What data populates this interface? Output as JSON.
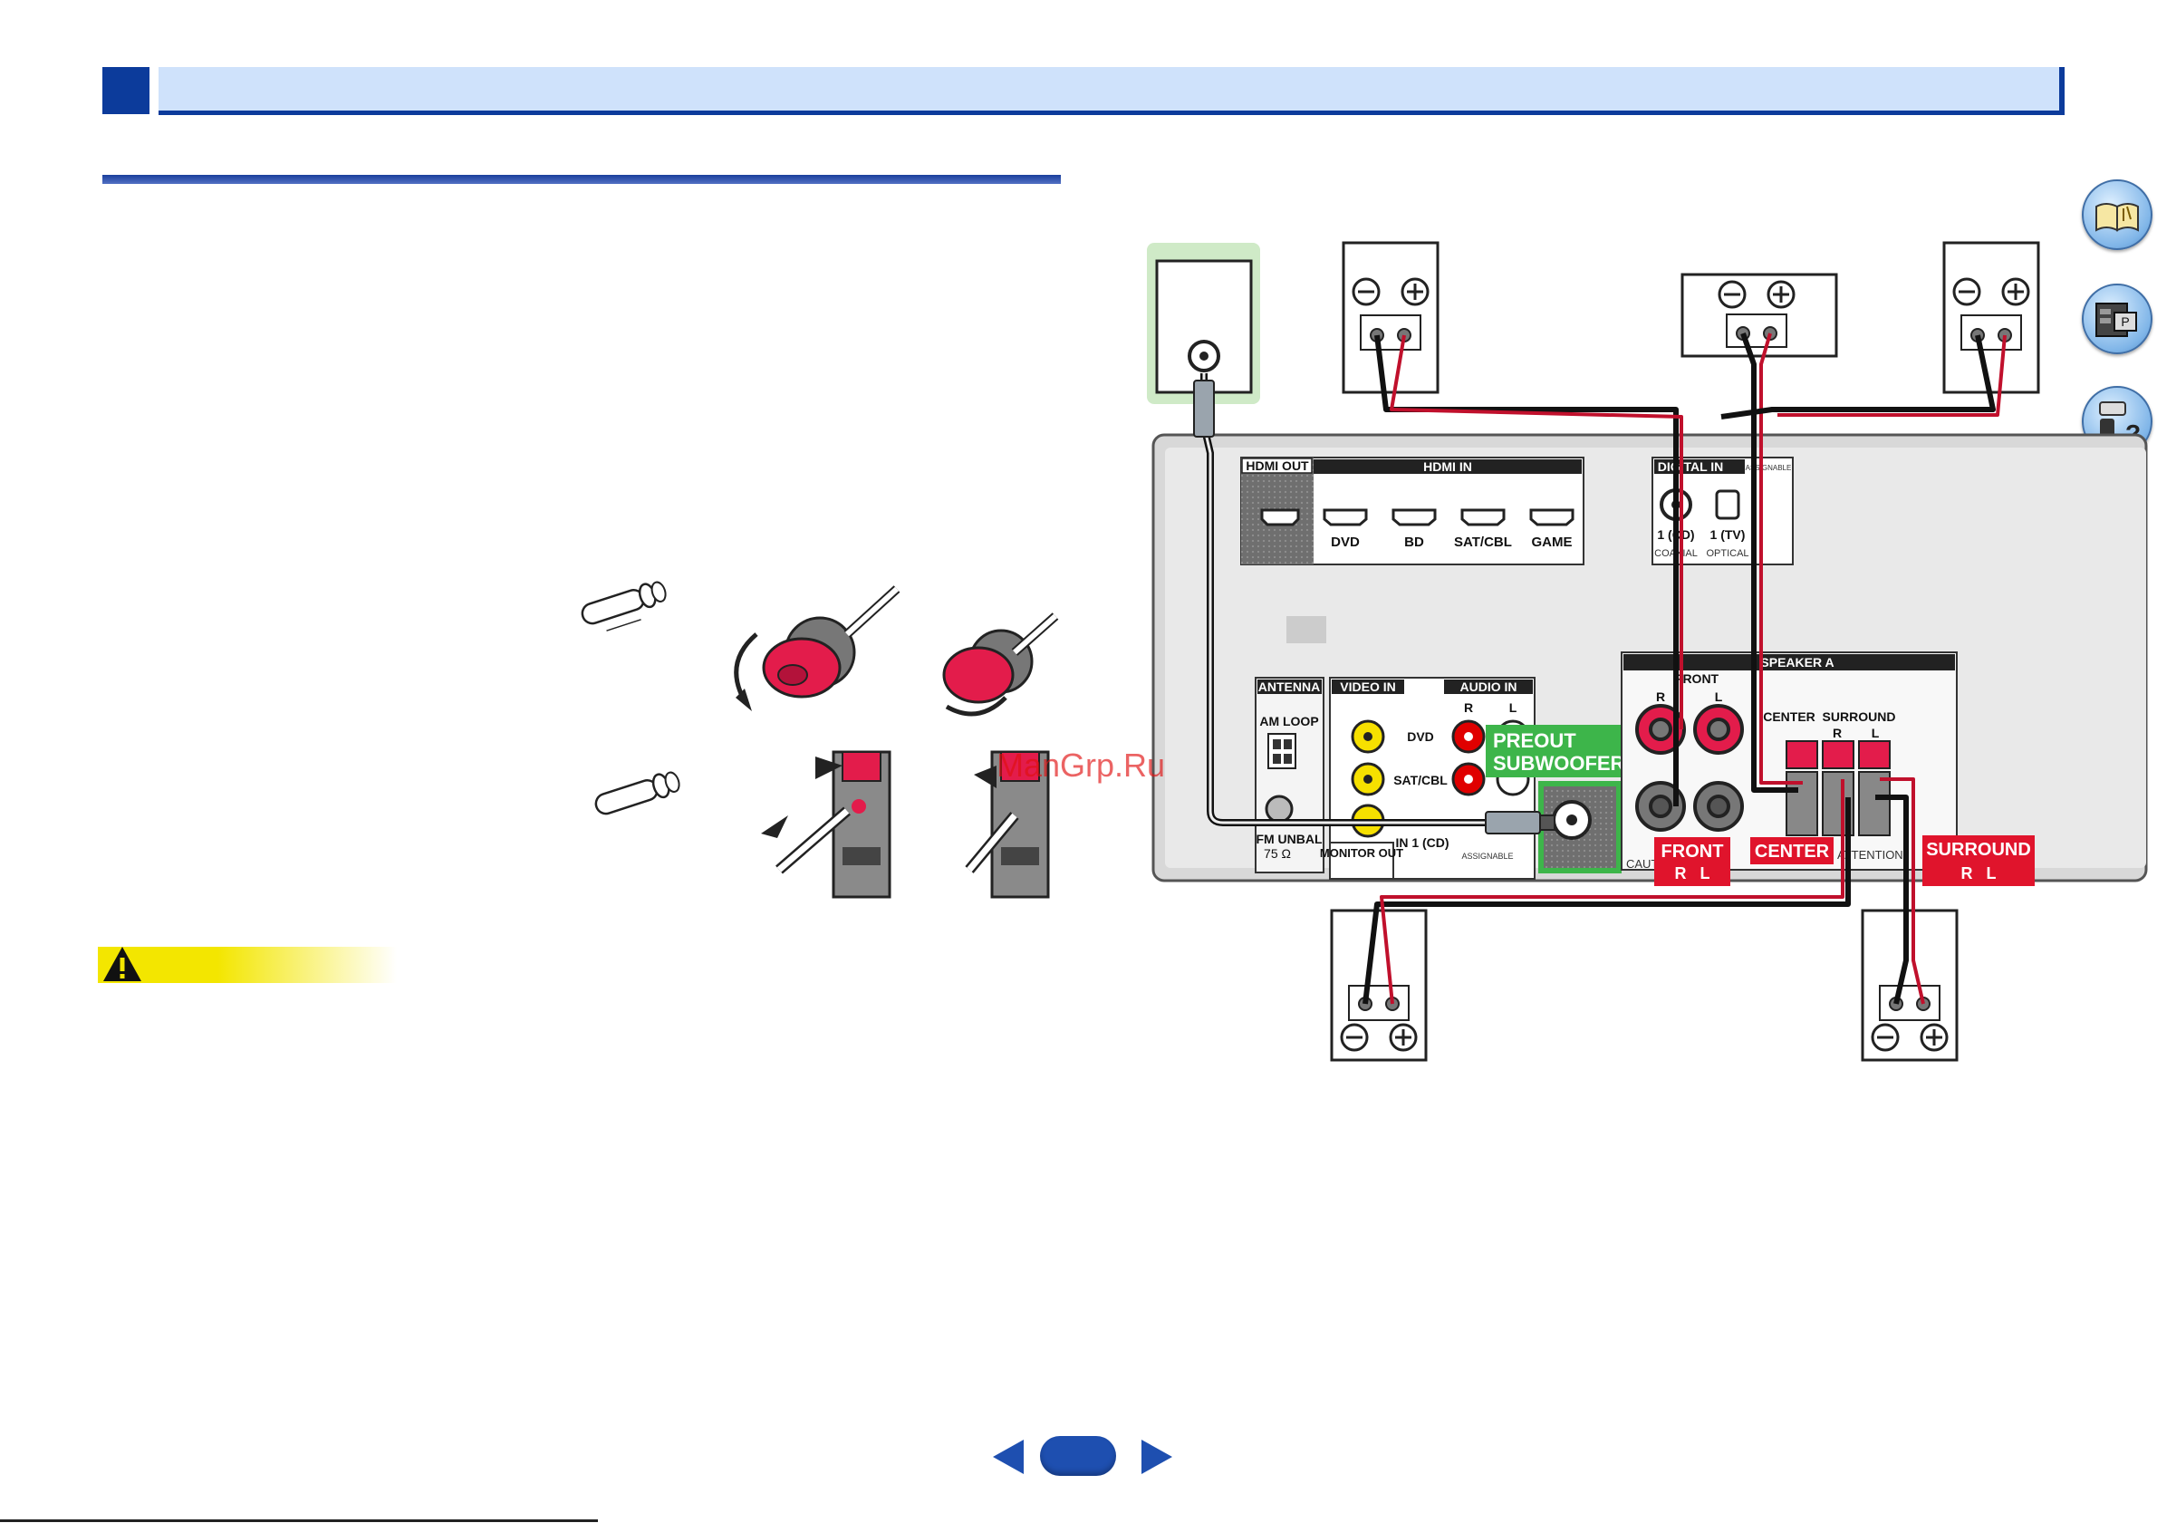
{
  "diagram": {
    "hdmi_out": "HDMI OUT",
    "hdmi_in": "HDMI IN",
    "hdmi_inputs": [
      "DVD",
      "BD",
      "SAT/CBL",
      "GAME"
    ],
    "digital_in": "DIGITAL IN",
    "assignable": "ASSIGNABLE",
    "coaxial_tag": "1 (CD)",
    "coaxial": "COAXIAL",
    "optical_tag": "1 (TV)",
    "optical": "OPTICAL",
    "antenna": "ANTENNA",
    "am_loop": "AM LOOP",
    "fm_unbal": "FM UNBAL",
    "fm_ohm": "75 Ω",
    "video_in": "VIDEO IN",
    "audio_in": "AUDIO IN",
    "audio_r": "R",
    "audio_l": "L",
    "dvd": "DVD",
    "sat_cbl": "SAT/CBL",
    "analog_cd": "IN 1 (CD)",
    "assignable_small": "ASSIGNABLE",
    "monitor_out": "MONITOR OUT",
    "preout_subwoofer_1": "PREOUT",
    "preout_subwoofer_2": "SUBWOOFER",
    "speaker_a": "SPEAKER A",
    "front_header": "FRONT",
    "front_r": "R",
    "front_l": "L",
    "center": "CENTER",
    "surround": "SURROUND",
    "surr_r": "R",
    "surr_l": "L",
    "caution": "CAUTION",
    "attention": "ATTENTION:",
    "tag_front": "FRONT",
    "tag_front_rl": "R   L",
    "tag_center": "CENTER",
    "tag_surround": "SURROUND",
    "tag_surround_rl": "R   L",
    "watermark": "ManGrp.Ru"
  },
  "icons": {
    "side_1": "book-icon",
    "side_2": "receiver-icon",
    "side_3": "remote-help-icon",
    "caution": "warning-triangle-icon"
  },
  "colors": {
    "header_blue": "#0c3b9b",
    "header_fill": "#cfe2fb",
    "tag_red": "#e0142c",
    "preout_green": "#3db54a",
    "caution_yellow": "#f3e600"
  }
}
